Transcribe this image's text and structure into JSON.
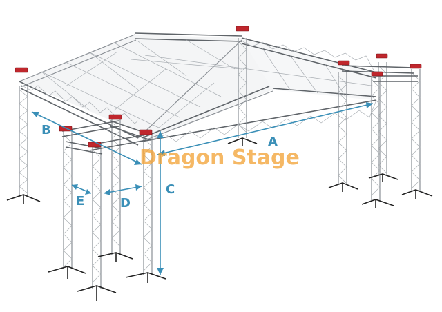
{
  "diagram": {
    "watermark": "Dragon Stage",
    "colors": {
      "dimension": "#3a8fb7",
      "watermark": "#f2a43a",
      "truss": "#8a8f95",
      "cap": "#c0272d",
      "background": "#ffffff"
    },
    "dimensions": {
      "A": "A",
      "B": "B",
      "C": "C",
      "D": "D",
      "E": "E"
    }
  }
}
